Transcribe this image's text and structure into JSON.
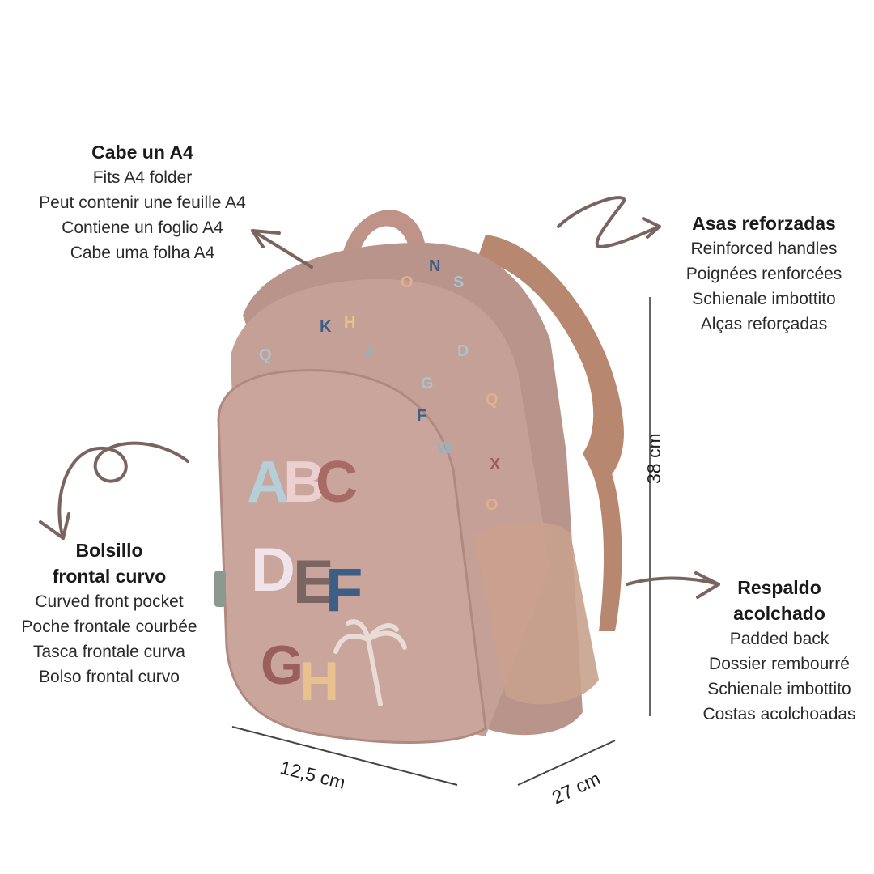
{
  "product": {
    "type": "children backpack",
    "color": "#c6a198",
    "front_print": [
      "ABC",
      "DEF",
      "GH"
    ]
  },
  "callouts": {
    "a4": {
      "title": "Cabe un A4",
      "lines": [
        "Fits A4 folder",
        "Peut contenir une feuille A4",
        "Contiene un foglio A4",
        "Cabe uma folha A4"
      ]
    },
    "handles": {
      "title": "Asas reforzadas",
      "lines": [
        "Reinforced handles",
        "Poignées renforcées",
        "Schienale imbottito",
        "Alças reforçadas"
      ]
    },
    "pocket": {
      "title_line1": "Bolsillo",
      "title_line2": "frontal curvo",
      "lines": [
        "Curved front pocket",
        "Poche frontale courbée",
        "Tasca frontale curva",
        "Bolso frontal curvo"
      ]
    },
    "back": {
      "title_line1": "Respaldo",
      "title_line2": "acolchado",
      "lines": [
        "Padded back",
        "Dossier rembourré",
        "Schienale imbottito",
        "Costas acolchoadas"
      ]
    }
  },
  "dimensions": {
    "height": "38 cm",
    "depth": "12,5 cm",
    "width": "27 cm"
  },
  "colors": {
    "arrow": "#7a6460",
    "dimension_line": "#555555",
    "backpack_body": "#c6a198",
    "backpack_shadow": "#a98278",
    "strap": "#b8876f"
  }
}
